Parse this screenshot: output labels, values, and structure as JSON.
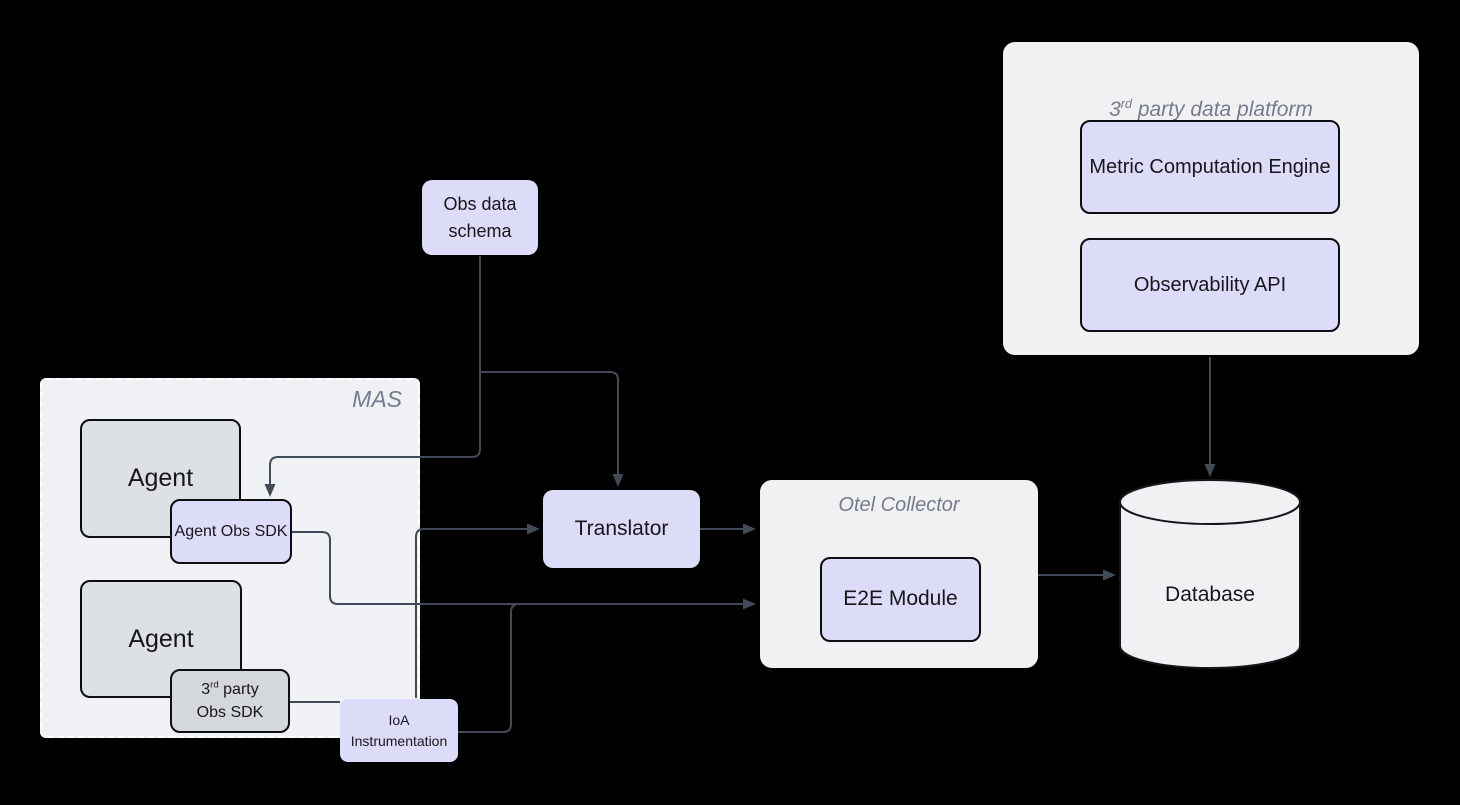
{
  "colors": {
    "background": "#000000",
    "container_fill": "#f1f1f4",
    "node_lavender": "#dcdbf8",
    "node_gray_light": "#dde0e4",
    "node_gray_dark": "#d4d8dd",
    "edge": "#434a57",
    "container_title": "#757c8e",
    "label_text": "#17171b",
    "mas_dashed_border": "#ffffff"
  },
  "containers": {
    "third_party_platform": {
      "title_pre": "3",
      "title_sup": "rd",
      "title_post": " party data platform"
    },
    "mas": {
      "title": "MAS"
    },
    "otel_collector": {
      "title": "Otel Collector"
    }
  },
  "nodes": {
    "metric_computation_engine": {
      "label": "Metric Computation Engine"
    },
    "observability_api": {
      "label": "Observability API"
    },
    "obs_data_schema": {
      "label": "Obs data schema"
    },
    "translator": {
      "label": "Translator"
    },
    "agent_top": {
      "label": "Agent"
    },
    "agent_bottom": {
      "label": "Agent"
    },
    "agent_obs_sdk": {
      "label": "Agent Obs SDK"
    },
    "third_party_obs_sdk": {
      "line1_pre": "3",
      "line1_sup": "rd",
      "line1_post": " party",
      "line2": "Obs SDK"
    },
    "ioa_instrumentation": {
      "label": "IoA Instrumentation"
    },
    "e2e_module": {
      "label": "E2E Module"
    },
    "database": {
      "label": "Database"
    }
  },
  "edges": [
    {
      "from": "obs_data_schema",
      "to": "agent_obs_sdk",
      "arrow": true
    },
    {
      "from": "obs_data_schema",
      "to": "translator",
      "arrow": true
    },
    {
      "from": "ioa_instrumentation",
      "to": "translator",
      "arrow": true
    },
    {
      "from": "agent_obs_sdk",
      "to": "otel_collector",
      "arrow": true
    },
    {
      "from": "ioa_instrumentation",
      "to": "otel_collector",
      "arrow": true
    },
    {
      "from": "translator",
      "to": "otel_collector",
      "arrow": true
    },
    {
      "from": "otel_collector",
      "to": "database",
      "arrow": true
    },
    {
      "from": "third_party_platform",
      "to": "database",
      "arrow": true
    },
    {
      "from": "third_party_obs_sdk",
      "to": "ioa_instrumentation",
      "arrow": false
    }
  ]
}
